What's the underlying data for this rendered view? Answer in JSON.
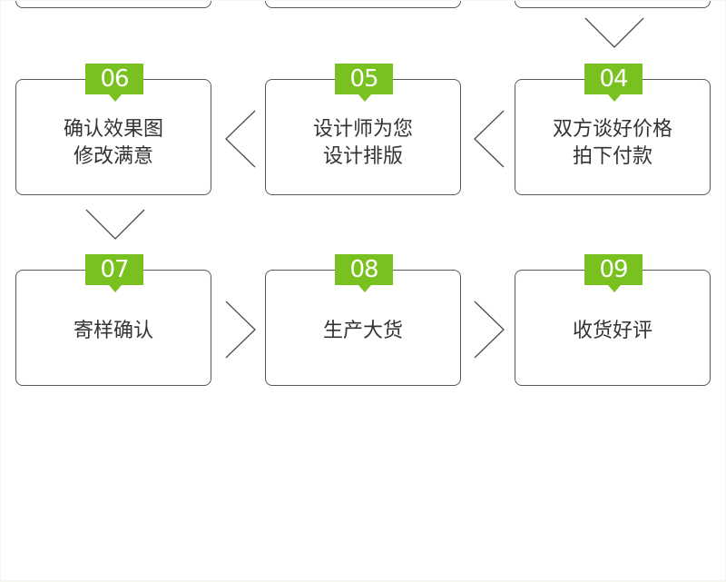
{
  "steps": {
    "s4": {
      "num": "04",
      "line1": "双方谈好价格",
      "line2": "拍下付款"
    },
    "s5": {
      "num": "05",
      "line1": "设计师为您",
      "line2": "设计排版"
    },
    "s6": {
      "num": "06",
      "line1": "确认效果图",
      "line2": "修改满意"
    },
    "s7": {
      "num": "07",
      "line1": "寄样确认"
    },
    "s8": {
      "num": "08",
      "line1": "生产大货"
    },
    "s9": {
      "num": "09",
      "line1": "收货好评"
    }
  },
  "colors": {
    "accent_green": "#79c11f",
    "border": "#595959",
    "text": "#333333"
  }
}
